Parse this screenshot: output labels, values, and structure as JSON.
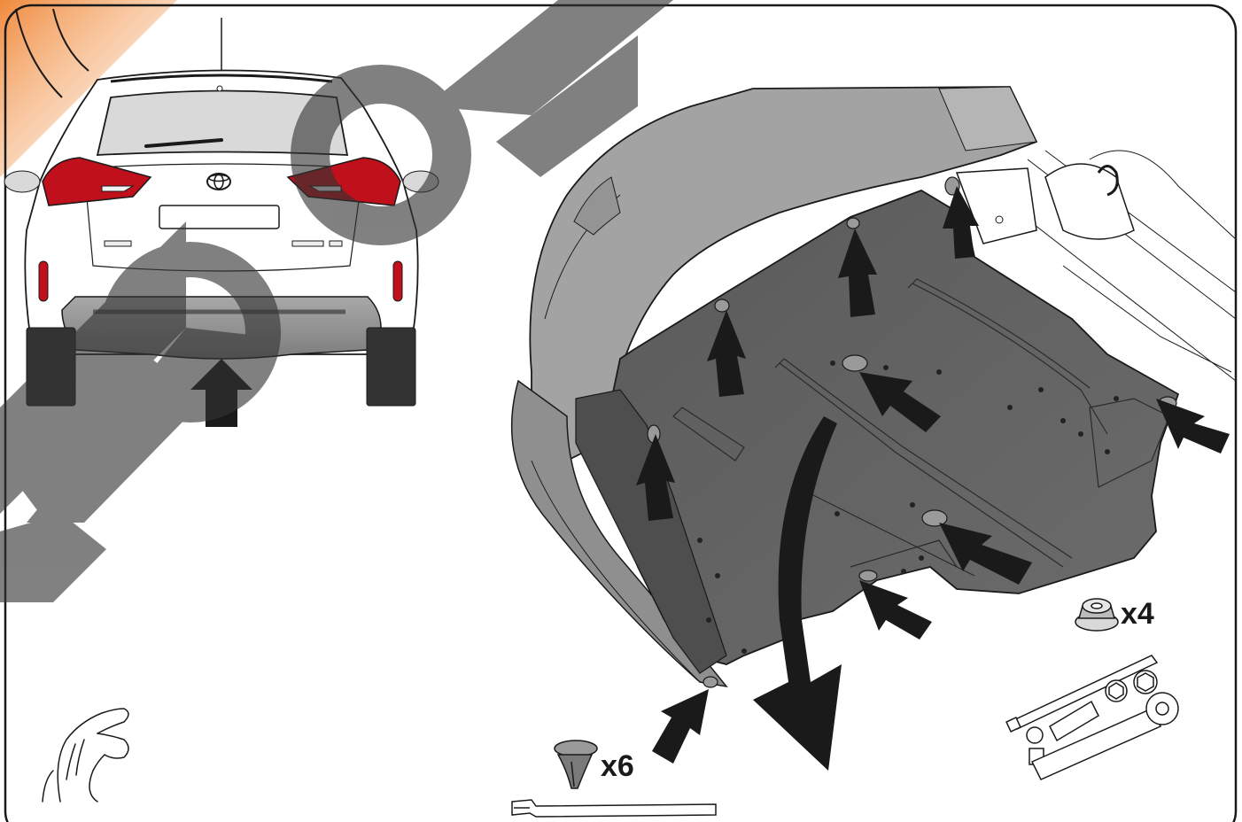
{
  "labels": {
    "nut_count": "x4",
    "clip_count": "x6"
  },
  "watermark": {
    "text": "NO ORDER"
  },
  "colors": {
    "frame": "#1a1a1a",
    "panel_dark": "#5c5c5c",
    "panel_mid": "#8a8a8a",
    "bumper": "#9b9b9b",
    "car_body": "#ffffff",
    "tail_light": "#c0101b",
    "arrow": "#1a1a1a",
    "corner_accent": "#f39a5c",
    "watermark": "#3a3a3a"
  },
  "icons": [
    "hand-gesture-icon",
    "flange-nut-icon",
    "plastic-clip-icon",
    "trim-tool-icon",
    "socket-wrench-set-icon",
    "toyota-logo-icon"
  ]
}
